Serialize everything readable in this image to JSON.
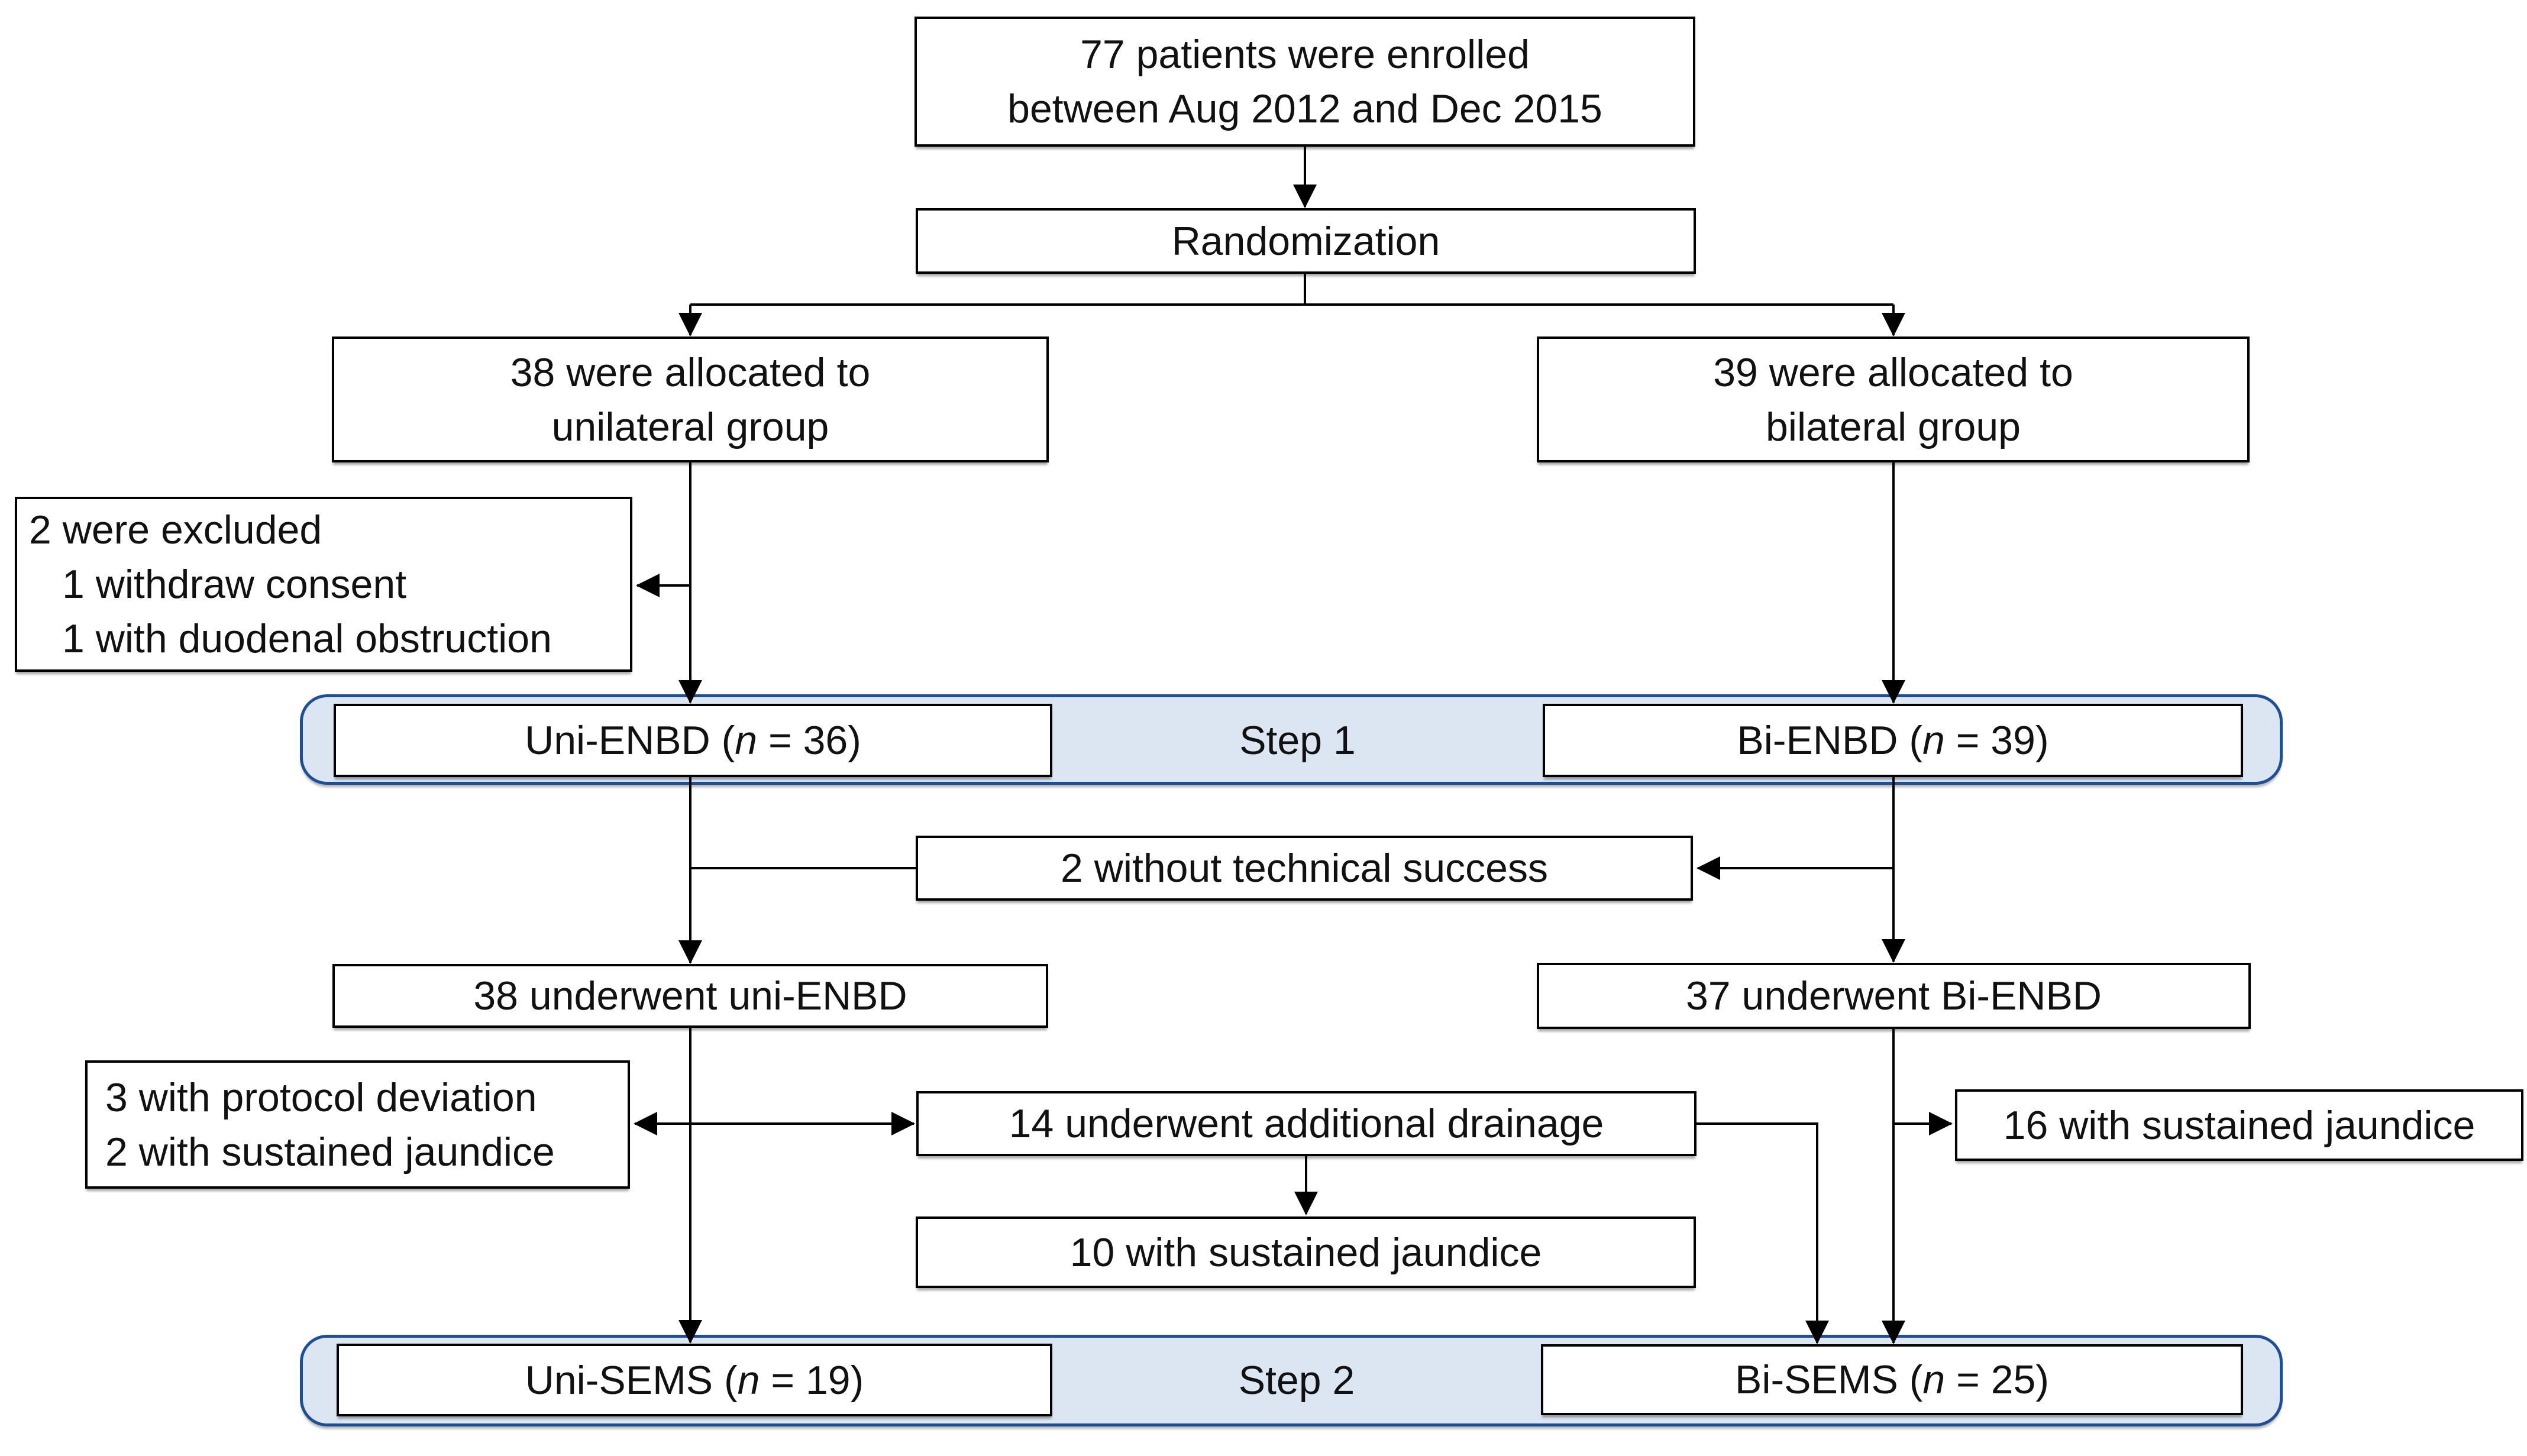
{
  "diagram_title": "Patient enrollment flow diagram",
  "boxes": {
    "enrollment": {
      "line1": "77 patients were enrolled",
      "line2": "between Aug 2012 and Dec 2015"
    },
    "randomization": {
      "label": "Randomization"
    },
    "alloc_unilateral": {
      "line1": "38 were allocated to",
      "line2": "unilateral group"
    },
    "alloc_bilateral": {
      "line1": "39 were allocated to",
      "line2": "bilateral group"
    },
    "excluded": {
      "line1": "2 were excluded",
      "line2": "1 withdraw consent",
      "line3": "1 with duodenal obstruction"
    },
    "step1": {
      "label": "Step 1"
    },
    "uni_enbd": {
      "pre": "Uni-ENBD (",
      "n": "n",
      "post": " = 36)"
    },
    "bi_enbd": {
      "pre": "Bi-ENBD (",
      "n": "n",
      "post": " = 39)"
    },
    "no_technical_success": {
      "label": "2 without technical success"
    },
    "underwent_uni_enbd": {
      "label": "38 underwent uni-ENBD"
    },
    "underwent_bi_enbd": {
      "label": "37 underwent Bi-ENBD"
    },
    "protocol_deviation": {
      "line1": "3 with protocol deviation",
      "line2": "2 with sustained jaundice"
    },
    "additional_drainage": {
      "label": "14 underwent additional drainage"
    },
    "sustained_jaundice_16": {
      "label": "16 with sustained jaundice"
    },
    "sustained_jaundice_10": {
      "label": "10 with sustained jaundice"
    },
    "step2": {
      "label": "Step 2"
    },
    "uni_sems": {
      "pre": "Uni-SEMS (",
      "n": "n",
      "post": " = 19)"
    },
    "bi_sems": {
      "pre": "Bi-SEMS (",
      "n": "n",
      "post": " = 25)"
    }
  },
  "colors": {
    "band_fill": "#dce6f3",
    "band_border": "#1e4e96",
    "box_fill": "#ffffff",
    "box_border": "#000000",
    "arrow": "#000000",
    "text": "#111111"
  }
}
